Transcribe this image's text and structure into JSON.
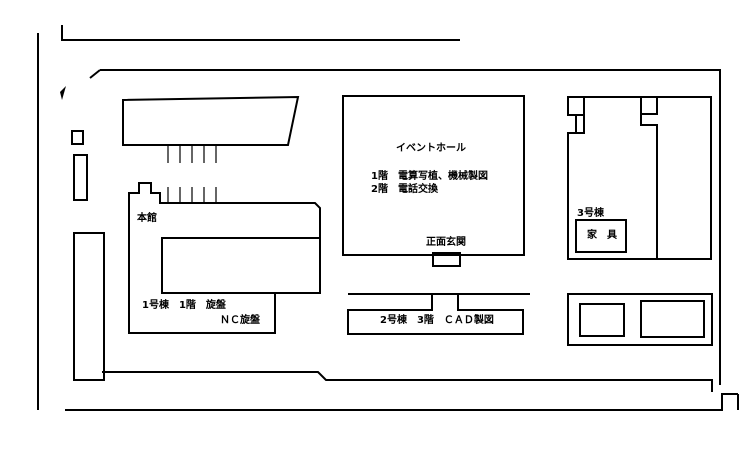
{
  "labels": {
    "event_hall": "イベントホール",
    "event_hall_floor1": "1階　電算写植、機械製図",
    "event_hall_floor2": "2階　電話交換",
    "main_entrance": "正面玄関",
    "main_building": "本館",
    "building1_line1": "1号棟　1階　旋盤",
    "building1_line2": "ＮＣ旋盤",
    "building2": "2号棟　3階　ＣＡＤ製図",
    "building3": "3号棟",
    "furniture": "家　具"
  }
}
